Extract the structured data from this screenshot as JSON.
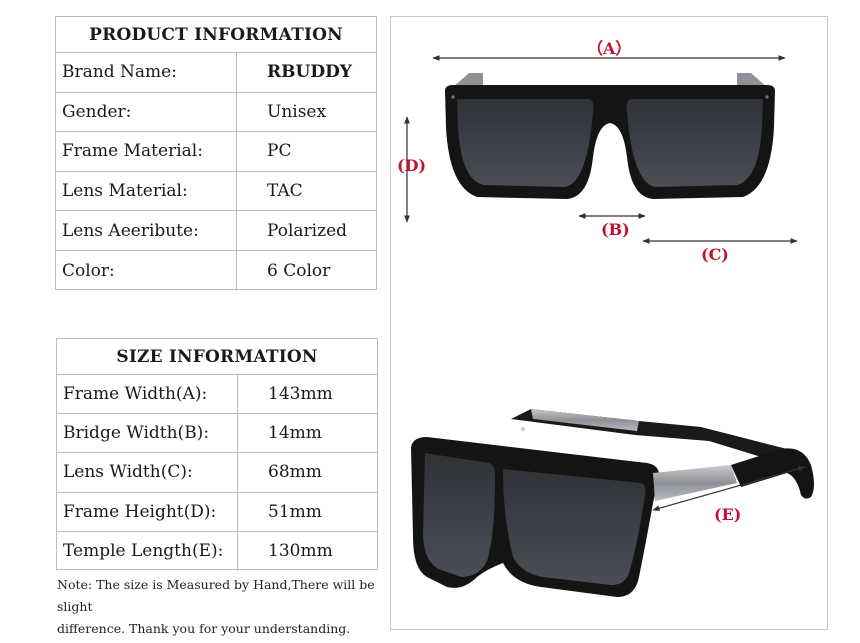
{
  "product_info": {
    "title": "PRODUCT INFORMATION",
    "rows": [
      {
        "label": "Brand Name:",
        "value": "RBUDDY"
      },
      {
        "label": "Gender:",
        "value": "Unisex"
      },
      {
        "label": "Frame Material:",
        "value": "PC"
      },
      {
        "label": "Lens Material:",
        "value": "TAC"
      },
      {
        "label": "Lens Aeeribute:",
        "value": "Polarized"
      },
      {
        "label": "Color:",
        "value": "6 Color"
      }
    ]
  },
  "size_info": {
    "title": "SIZE INFORMATION",
    "rows": [
      {
        "label": "Frame Width(A):",
        "value": "143mm"
      },
      {
        "label": "Bridge Width(B):",
        "value": "14mm"
      },
      {
        "label": "Lens Width(C):",
        "value": "68mm"
      },
      {
        "label": "Frame Height(D):",
        "value": "51mm"
      },
      {
        "label": "Temple Length(E):",
        "value": "130mm"
      }
    ]
  },
  "note": {
    "line1": "Note: The size is Measured by Hand,There will be slight",
    "line2": "difference. Thank you for your understanding."
  },
  "dimensions": {
    "a": "（A）",
    "b": "(B)",
    "c": "(C)",
    "d": "(D)",
    "e": "(E)"
  },
  "colors": {
    "label_red": "#c0122c",
    "border": "#bdbdbd",
    "frame": "#141414",
    "lens": "#3c3f45",
    "temple_metal": "#9a9da3"
  }
}
